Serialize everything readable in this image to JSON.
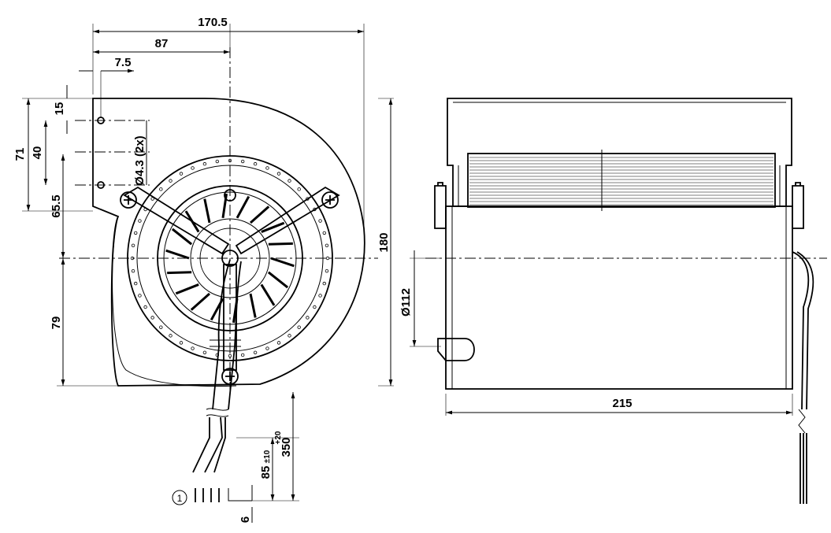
{
  "front_view": {
    "dimensions": {
      "overall_width": "170.5",
      "center_offset": "87",
      "hole_offset": "7.5",
      "hole_top": "15",
      "hole_spacing": "40",
      "mount_height": "71",
      "axis_from_hole": "65.5",
      "axis_to_bottom": "79",
      "overall_height": "180",
      "hole_callout": "Ø4.3 (2x)",
      "cable_length": "350",
      "cable_length_tol": "+20",
      "strip_length": "85",
      "strip_length_tol": "±10",
      "wire_end": "6"
    },
    "marker": "1"
  },
  "side_view": {
    "dimensions": {
      "depth": "215",
      "diameter": "Ø112"
    }
  }
}
